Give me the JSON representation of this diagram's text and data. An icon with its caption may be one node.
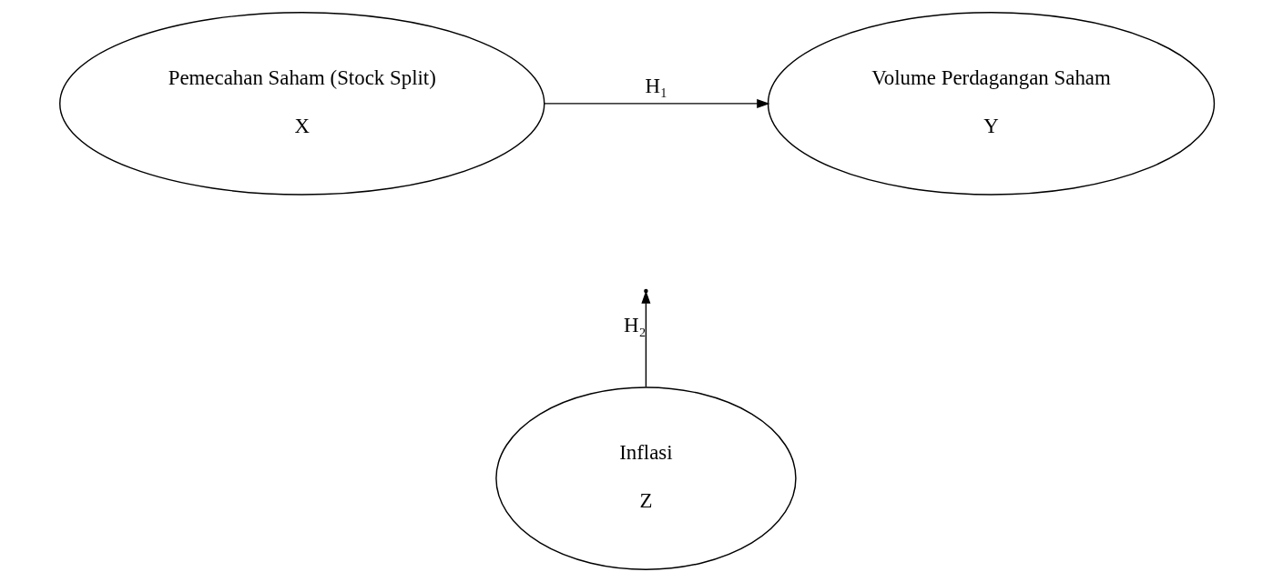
{
  "diagram": {
    "nodes": [
      {
        "text": [
          "Pemecahan Saham (Stock Split)",
          "X"
        ]
      },
      {
        "text": [
          "Volume Perdagangan Saham",
          "Y"
        ]
      },
      {
        "text": [
          "Inflasi",
          "Z"
        ]
      }
    ],
    "edges": [
      {
        "from": 0,
        "to": 1,
        "arrow": "to",
        "label": "H₁"
      },
      {
        "from": 2,
        "to": null,
        "arrow": "to",
        "label": "H₂"
      }
    ]
  }
}
